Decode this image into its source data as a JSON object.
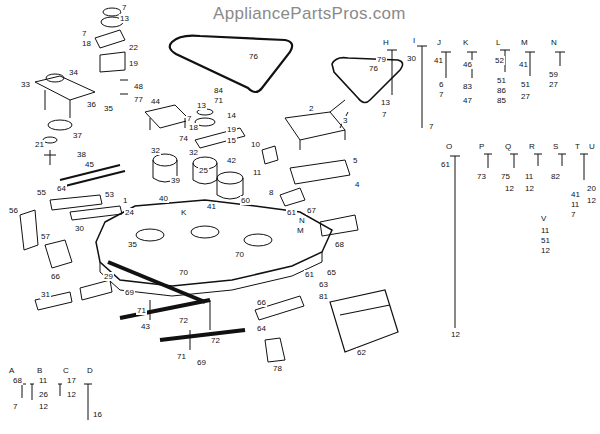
{
  "diagram": {
    "labels": [
      "AppliancePartsPros.com",
      "7",
      "13",
      "7",
      "18",
      "22",
      "19",
      "48",
      "77",
      "33",
      "34",
      "36",
      "35",
      "37",
      "21",
      "38",
      "76",
      "76",
      "44",
      "84",
      "71",
      "13",
      "14",
      "7",
      "18",
      "19",
      "15",
      "74",
      "2",
      "3",
      "32",
      "32",
      "25",
      "39",
      "42",
      "10",
      "11",
      "60",
      "40",
      "41",
      "5",
      "4",
      "8",
      "61",
      "67",
      "68",
      "45",
      "1",
      "55",
      "64",
      "53",
      "24",
      "30",
      "56",
      "57",
      "66",
      "35",
      "29",
      "31",
      "69",
      "70",
      "70",
      "43",
      "72",
      "71",
      "71",
      "69",
      "72",
      "78",
      "63",
      "81",
      "61",
      "65",
      "62",
      "64",
      "66",
      "K",
      "N",
      "M",
      "A",
      "68",
      "7",
      "B",
      "11",
      "26",
      "12",
      "C",
      "17",
      "12",
      "D",
      "16",
      "H",
      "79",
      "13",
      "7",
      "I",
      "30",
      "7",
      "J",
      "41",
      "6",
      "7",
      "K",
      "46",
      "83",
      "47",
      "L",
      "52",
      "51",
      "86",
      "85",
      "M",
      "41",
      "51",
      "27",
      "N",
      "59",
      "27",
      "O",
      "61",
      "12",
      "P",
      "73",
      "Q",
      "75",
      "12",
      "R",
      "11",
      "12",
      "S",
      "82",
      "T",
      "41",
      "11",
      "7",
      "U",
      "20",
      "12",
      "V",
      "11",
      "51",
      "12"
    ]
  }
}
